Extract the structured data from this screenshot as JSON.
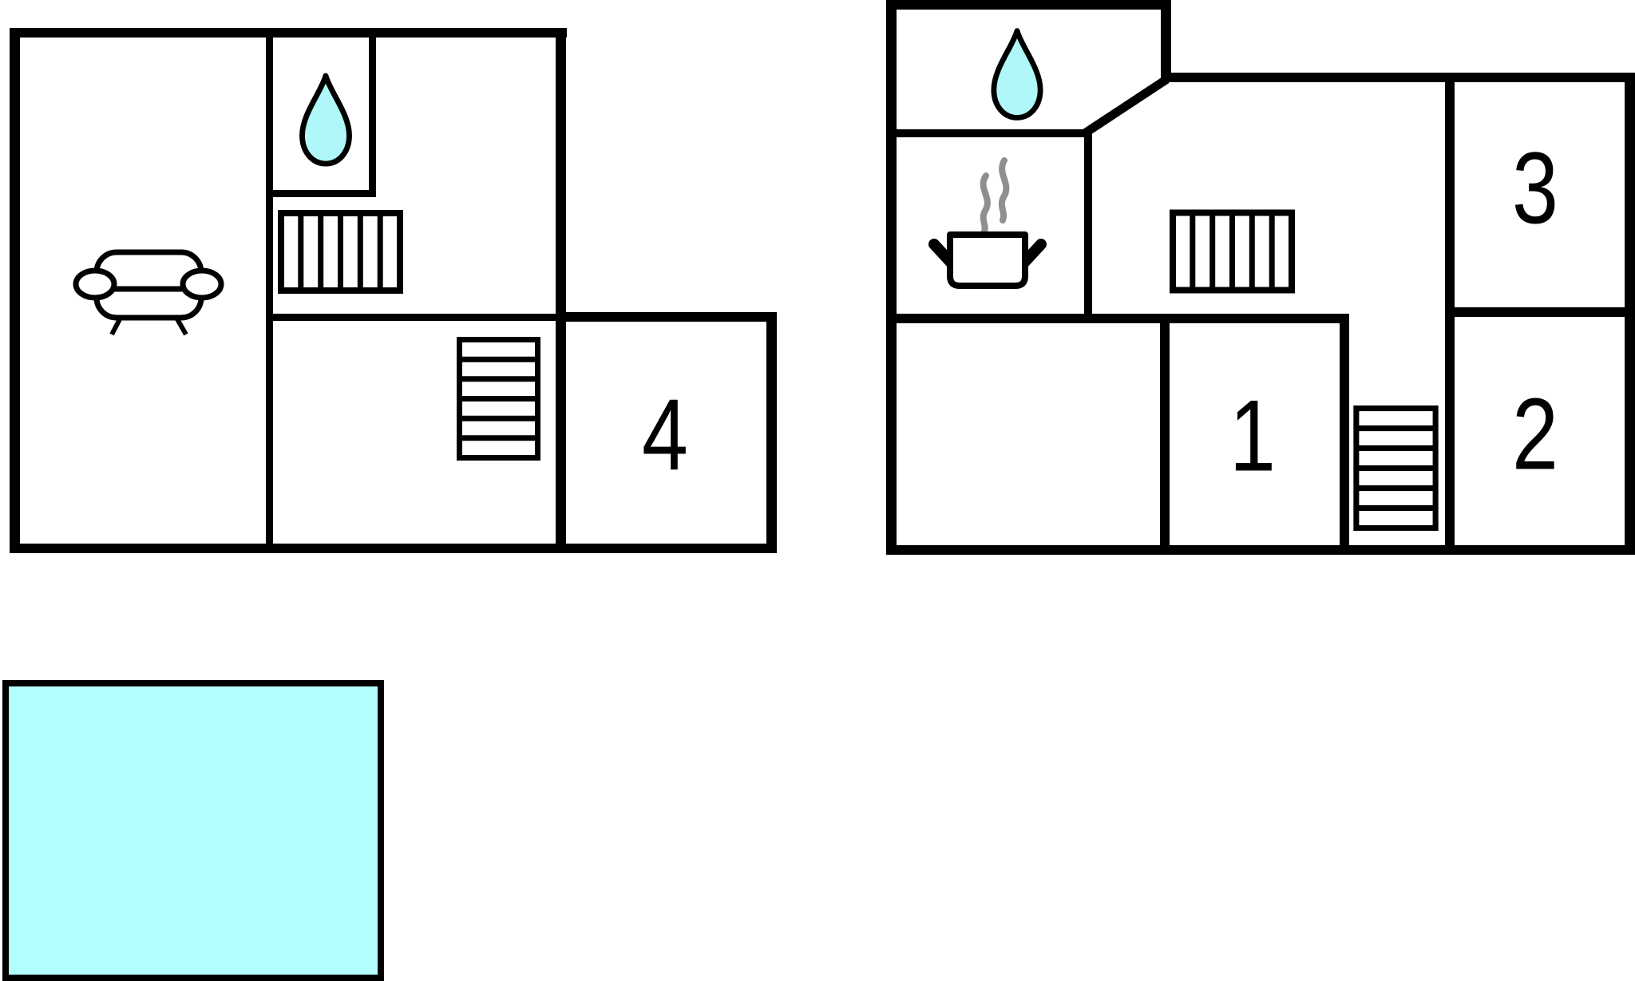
{
  "document": {
    "type": "floor-plan-diagram",
    "background": "#ffffff"
  },
  "colors": {
    "wall": "#000000",
    "water_drop": "#aff7f8",
    "pool": "#b3feff",
    "steam": "#8f8f8f",
    "label": "#000000",
    "icon_fill": "#ffffff"
  },
  "floor_plans": [
    {
      "id": "ground-floor",
      "rooms": [
        {
          "label": "4"
        }
      ],
      "icons": [
        {
          "name": "sofa-icon"
        },
        {
          "name": "water-drop-icon"
        },
        {
          "name": "radiator-icon"
        },
        {
          "name": "stairs-icon"
        }
      ]
    },
    {
      "id": "upper-floor",
      "rooms": [
        {
          "label": "1"
        },
        {
          "label": "2"
        },
        {
          "label": "3"
        }
      ],
      "icons": [
        {
          "name": "water-drop-icon"
        },
        {
          "name": "steam-icon"
        },
        {
          "name": "cooking-pot-icon"
        },
        {
          "name": "radiator-icon"
        },
        {
          "name": "stairs-icon"
        }
      ]
    }
  ],
  "pool": {
    "name": "swimming-pool"
  }
}
